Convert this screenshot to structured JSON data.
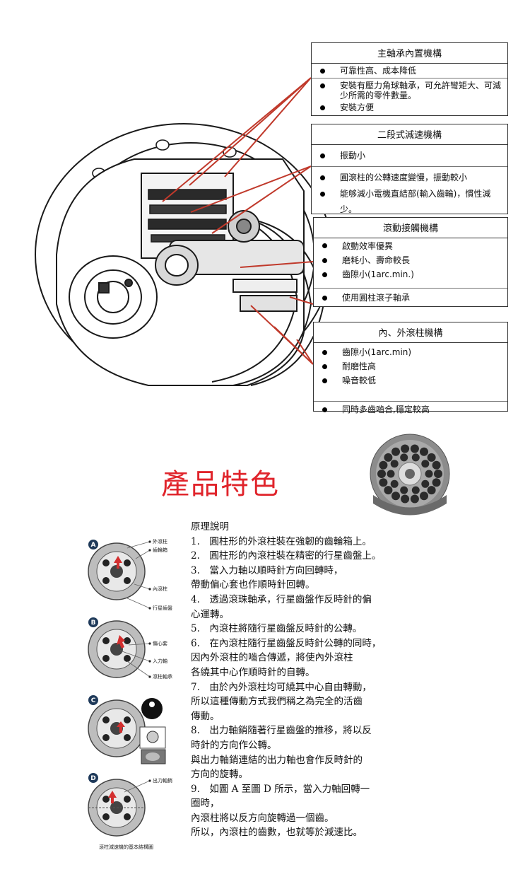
{
  "boxes": [
    {
      "title": "主軸承內置機構",
      "items": [
        "可靠性高、成本降低",
        "安裝有壓力角球軸承，可允許彎矩大、可減少所需的零件數量。",
        "安裝方便"
      ]
    },
    {
      "title": "二段式減速機構",
      "items": [
        "振動小",
        "圓滾柱的公轉速度變慢，振動較小",
        "能够減小電機直結部(輸入齒輪)，慣性減少。"
      ]
    },
    {
      "title": "滾動接觸機構",
      "items": [
        "啟動效率優異",
        "磨耗小、壽命較長",
        "齒隙小(1arc.min.)",
        "使用圓柱滾子軸承"
      ]
    },
    {
      "title": "內、外滾柱機構",
      "items": [
        "齒隙小(1arc.min)",
        "耐磨性高",
        "噪音較低",
        "同時多齒嚙合,穩定較高"
      ]
    }
  ],
  "section_title": "產品特色",
  "diagram": {
    "badges": [
      "A",
      "B",
      "C",
      "D"
    ],
    "labels_a": [
      "外滾柱",
      "齒輪箱",
      "內滾柱",
      "行星齒盤"
    ],
    "labels_b": [
      "偏心套",
      "入力軸",
      "滾柱軸承"
    ],
    "labels_d": [
      "出力軸銷"
    ],
    "caption": "滾柱減速機的基本結構圖"
  },
  "principle": {
    "lines": [
      "原理說明",
      "1.　圓柱形的外滾柱裝在強韌的齒輪箱上。",
      "2.　圓柱形的內滾柱裝在精密的行星齒盤上。",
      "3.　當入力軸以順時針方向回轉時，",
      "帶動偏心套也作順時針回轉。",
      "4.　透過滾珠軸承，行星齒盤作反時針的偏",
      "心運轉。",
      "5.　內滾柱將隨行星齒盤反時針的公轉。",
      "6.　在內滾柱隨行星齒盤反時針公轉的同時，",
      "因內外滾柱的嚙合傳遞，將使內外滾柱",
      "各繞其中心作順時針的自轉。",
      "7.　由於內外滾柱均可繞其中心自由轉動，",
      "所以這種傳動方式我們稱之為完全的活齒",
      "傳動。",
      "8.　出力軸銷隨著行星齒盤的推移，將以反",
      "時針的方向作公轉。",
      "與出力軸銷連結的出力軸也會作反時針的",
      "方向的旋轉。",
      "9.　如圖 A 至圖 D 所示，當入力軸回轉一",
      "圈時，",
      "內滾柱將以反方向旋轉過一個齒。",
      "所以，內滾柱的齒數，也就等於減速比。"
    ]
  },
  "colors": {
    "title_red": "#e0242b",
    "leader_red": "#c0392b",
    "badge_navy": "#1f3a5a"
  }
}
